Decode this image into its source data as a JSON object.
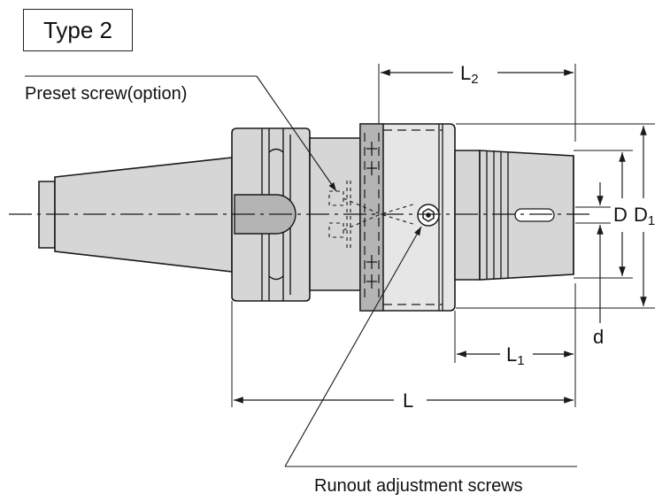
{
  "type_label": "Type 2",
  "callouts": {
    "preset_screw": "Preset screw(option)",
    "runout_screws": "Runout adjustment screws"
  },
  "dimensions": {
    "L": "L",
    "L1_main": "L",
    "L1_sub": "1",
    "L2_main": "L",
    "L2_sub": "2",
    "D": "D",
    "D1_main": "D",
    "D1_sub": "1",
    "d": "d"
  },
  "colors": {
    "line": "#1a1a1a",
    "fill": "#d6d6d6",
    "fill_light": "#e6e6e6",
    "fill_dark": "#b4b4b4"
  }
}
